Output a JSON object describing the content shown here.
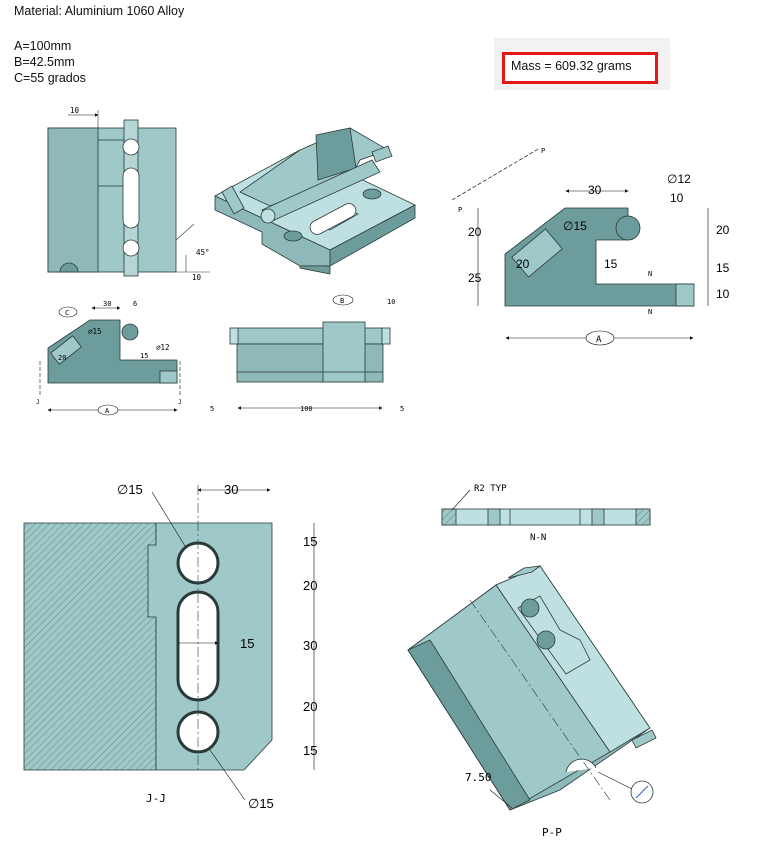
{
  "header": {
    "material": "Material: Aluminium 1060 Alloy",
    "param_a": "A=100mm",
    "param_b": "B=42.5mm",
    "param_c": "C=55 grados"
  },
  "mass_readout": {
    "text": "Mass = 609.32 grams"
  },
  "colors": {
    "part_fill": "#9fc8c8",
    "part_dark": "#6d9c9c",
    "part_light": "#bfe0e0",
    "outline": "#2a3a3a",
    "highlight": "#e31818"
  },
  "views": {
    "front_small": {
      "dim_10": "10",
      "angle_45": "45°",
      "dim_10b": "10"
    },
    "side_small": {
      "label_c": "C",
      "dim_30": "30",
      "dim_6": "6",
      "dia_15": "∅15",
      "dia_12": "∅12",
      "dim_20": "20",
      "dim_15": "15",
      "label_a": "A",
      "cut_j1": "J",
      "cut_j2": "J"
    },
    "top_small": {
      "label_b": "B",
      "dim_10": "10",
      "dim_5l": "5",
      "dim_100": "100",
      "dim_5r": "5"
    },
    "side_large": {
      "cut_p1": "P",
      "cut_p2": "P",
      "dim_30": "30",
      "dia_12": "∅12",
      "dim_10": "10",
      "dim_20l": "20",
      "dia_15": "∅15",
      "dim_20a": "20",
      "dim_25": "25",
      "dim_15": "15",
      "cut_n1": "N",
      "cut_n2": "N",
      "dim_20r": "20",
      "dim_15r": "15",
      "dim_10r": "10",
      "label_a": "A"
    },
    "section_jj": {
      "dia_15_top": "∅15",
      "dim_30": "30",
      "d15a": "15",
      "d20a": "20",
      "d30": "30",
      "d20b": "20",
      "d15b": "15",
      "slot_15": "15",
      "dia_15_bot": "∅15",
      "title": "J-J"
    },
    "section_nn": {
      "radius": "R2 TYP",
      "title": "N-N"
    },
    "section_pp": {
      "dim_750": "7.50",
      "title": "P-P"
    }
  }
}
